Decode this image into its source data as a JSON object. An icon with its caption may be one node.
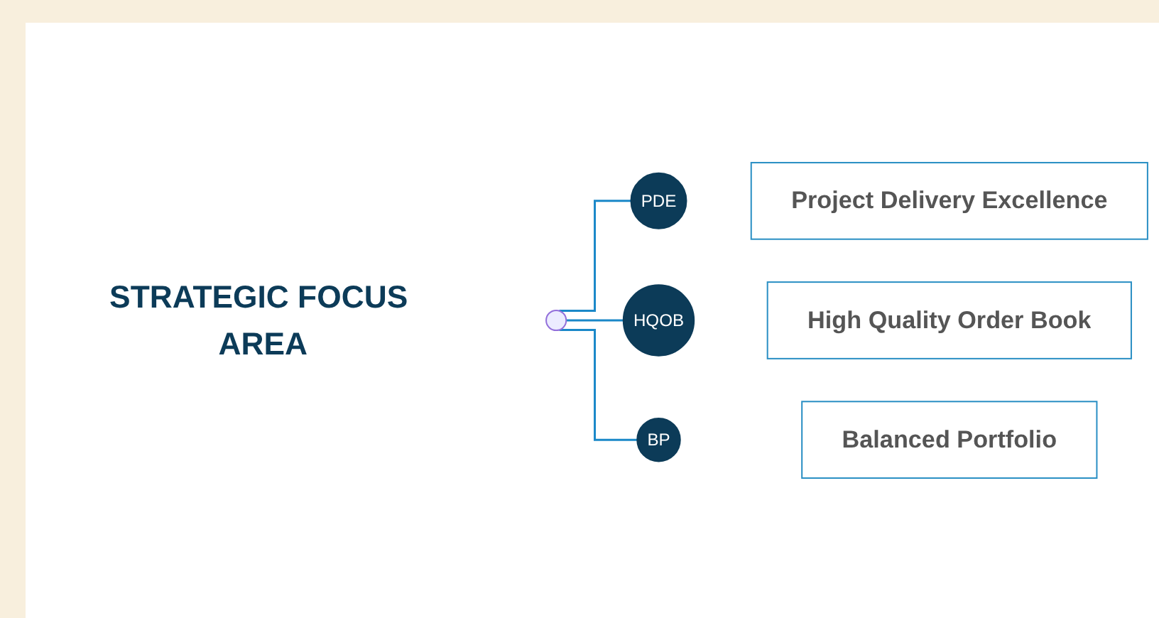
{
  "diagram": {
    "nodes": [
      {
        "text": [
          "STRATEGIC FOCUS AREA"
        ]
      },
      {
        "text": [],
        "shape": "circle"
      },
      {
        "text": [
          "PDE"
        ]
      },
      {
        "text": [
          "Project Delivery Excellence"
        ]
      },
      {
        "text": [
          "HQOB"
        ]
      },
      {
        "text": [
          "High Quality Order Book"
        ]
      },
      {
        "text": [
          "BP"
        ]
      },
      {
        "text": [
          "Balanced Portfolio"
        ]
      }
    ],
    "edges": [
      {
        "from": 1,
        "to": 2,
        "arrow": "none"
      },
      {
        "from": 1,
        "to": 4,
        "arrow": "none"
      },
      {
        "from": 1,
        "to": 6,
        "arrow": "none"
      }
    ]
  }
}
